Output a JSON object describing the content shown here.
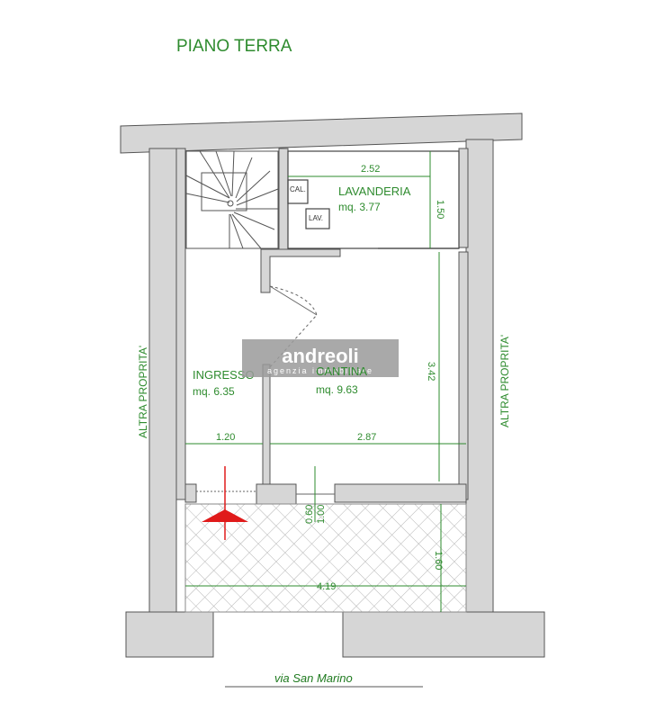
{
  "title": "PIANO TERRA",
  "rooms": {
    "lavanderia": {
      "name": "LAVANDERIA",
      "area": "mq. 3.77"
    },
    "ingresso": {
      "name": "INGRESSO",
      "area": "mq. 6.35"
    },
    "cantina": {
      "name": "CANTINA",
      "area": "mq. 9.63"
    }
  },
  "fixtures": {
    "cal": "CAL.",
    "lav": "LAV."
  },
  "neighbors": {
    "left": "ALTRA PROPRITA'",
    "right": "ALTRA PROPRITA'"
  },
  "dimensions": {
    "lavanderia_width": "2.52",
    "lavanderia_depth": "1.50",
    "cantina_depth": "3.42",
    "ingresso_width": "1.20",
    "cantina_width": "2.87",
    "door_a": "0.60",
    "door_b": "1.00",
    "court_depth": "1.60",
    "court_width": "4.19"
  },
  "street": "via San Marino",
  "watermark": {
    "brand": "andreoli",
    "tagline": "agenzia immobiliare"
  },
  "colors": {
    "wall": "#d6d6d6",
    "line": "#444444",
    "dimension": "#2e8b2e",
    "entrance_arrow": "#e01a1a",
    "watermark_bg": "#9a9a9a"
  }
}
